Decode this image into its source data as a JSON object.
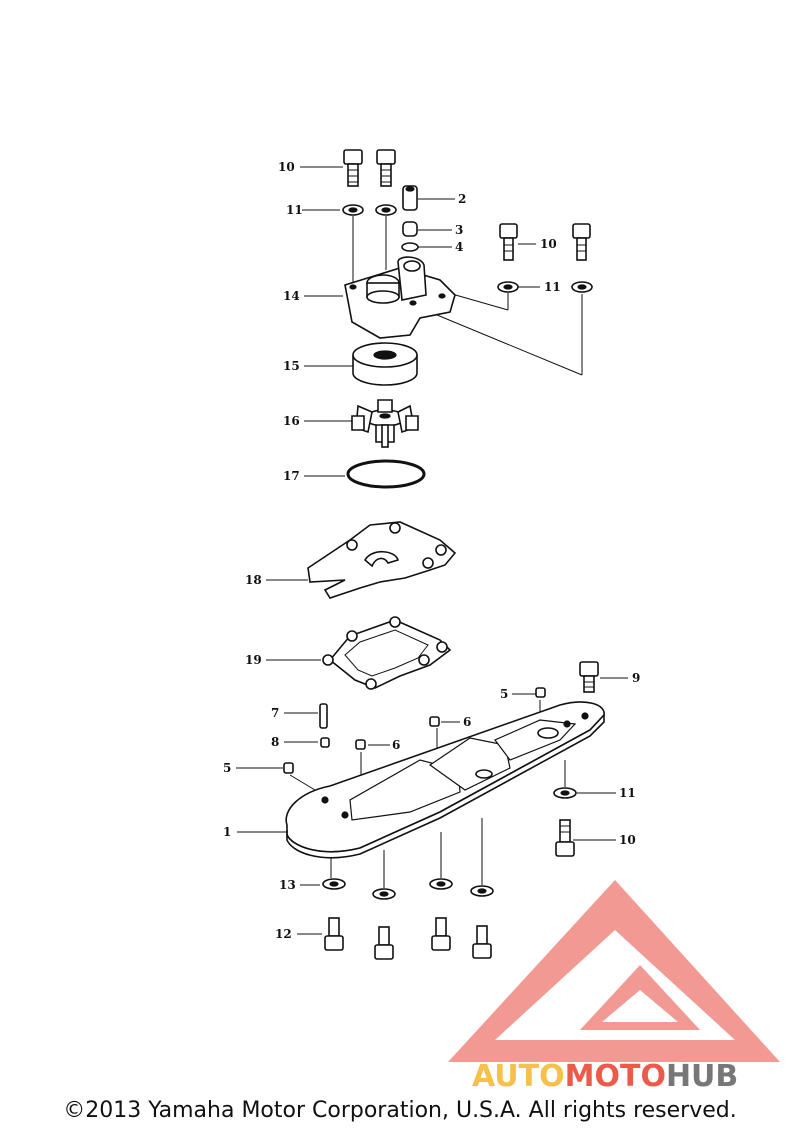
{
  "part_numbers": {
    "p1": "1",
    "p2": "2",
    "p3": "3",
    "p4": "4",
    "p5": "5",
    "p6": "6",
    "p7": "7",
    "p8": "8",
    "p9": "9",
    "p10": "10",
    "p11": "11",
    "p12": "12",
    "p13": "13",
    "p14": "14",
    "p15": "15",
    "p16": "16",
    "p17": "17",
    "p18": "18",
    "p19": "19"
  },
  "watermark": {
    "text_auto": "AUTO",
    "text_moto": "MOTO",
    "text_hub": "HUB",
    "color_auto": "#f6c04a",
    "color_moto": "#ee5a4a",
    "color_hub": "#777777",
    "logo_color": "#f0776f"
  },
  "copyright": "©2013 Yamaha Motor Corporation, U.S.A. All rights reserved."
}
